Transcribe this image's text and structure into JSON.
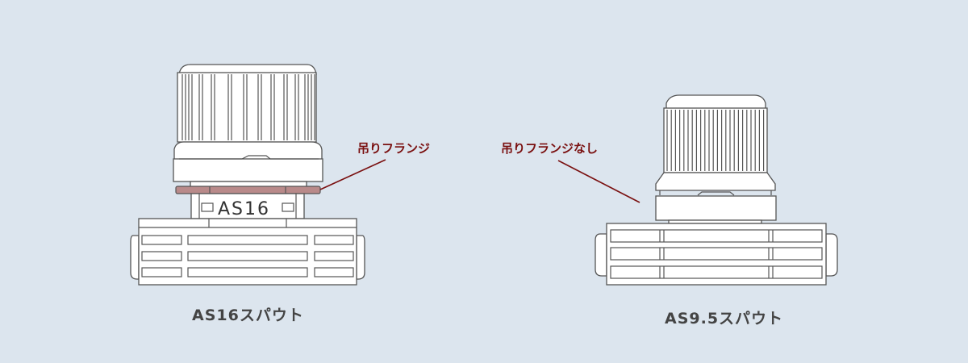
{
  "left_spout": {
    "name": "AS16スパウト",
    "embossed_text": "AS16",
    "callout": "吊りフランジ",
    "flange_color": "#b98a8a"
  },
  "right_spout": {
    "name": "AS9.5スパウト",
    "callout": "吊りフランジなし"
  },
  "colors": {
    "background": "#dce5ee",
    "callout": "#7a1010"
  }
}
